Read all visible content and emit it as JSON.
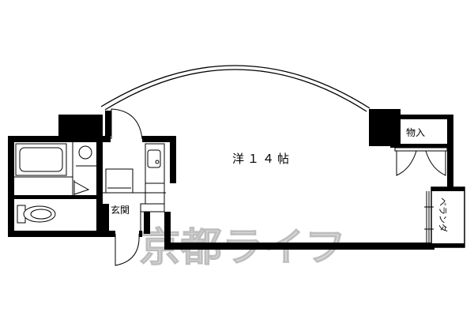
{
  "rooms": {
    "main": "洋１４帖",
    "closet": "物入",
    "entrance": "玄関",
    "balcony": "ベランダ"
  },
  "watermark": "京都ライフ",
  "colors": {
    "wall": "#000000",
    "line": "#000000",
    "background": "#ffffff",
    "watermark": "#d9d9d9"
  }
}
